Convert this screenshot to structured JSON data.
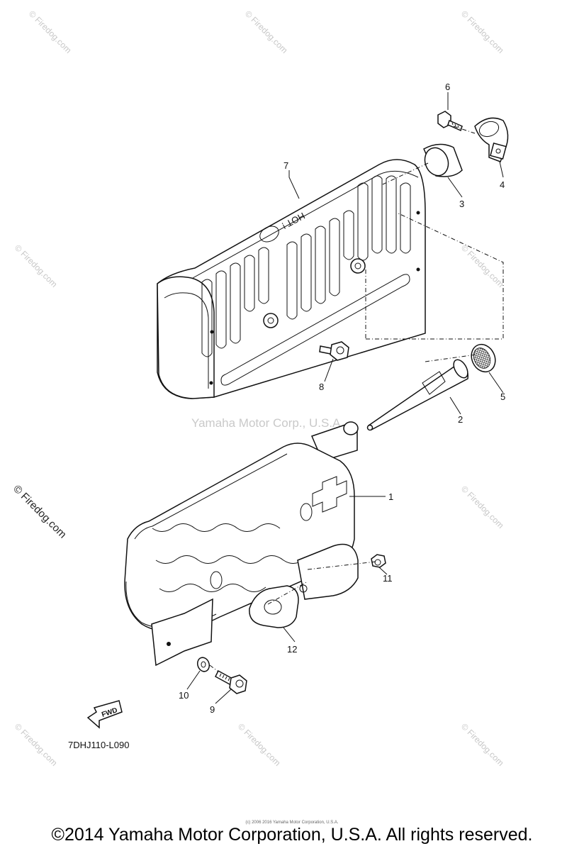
{
  "callouts": {
    "c1": "1",
    "c2": "2",
    "c3": "3",
    "c4": "4",
    "c5": "5",
    "c6": "6",
    "c7": "7",
    "c8": "8",
    "c9": "9",
    "c10": "10",
    "c11": "11",
    "c12": "12"
  },
  "watermark": {
    "side": "© Firedog.com",
    "tile": "© Firedog.com",
    "center": "Yamaha Motor Corp., U.S.A."
  },
  "cover_decal": "HOT !",
  "fwd_arrow": "FWD",
  "diagram_code": "7DHJ110-L090",
  "tiny_notice": "(c) 2006 2016 Yamaha Motor Corporation, U.S.A.",
  "footer": "©2014 Yamaha Motor Corporation, U.S.A. All rights reserved."
}
